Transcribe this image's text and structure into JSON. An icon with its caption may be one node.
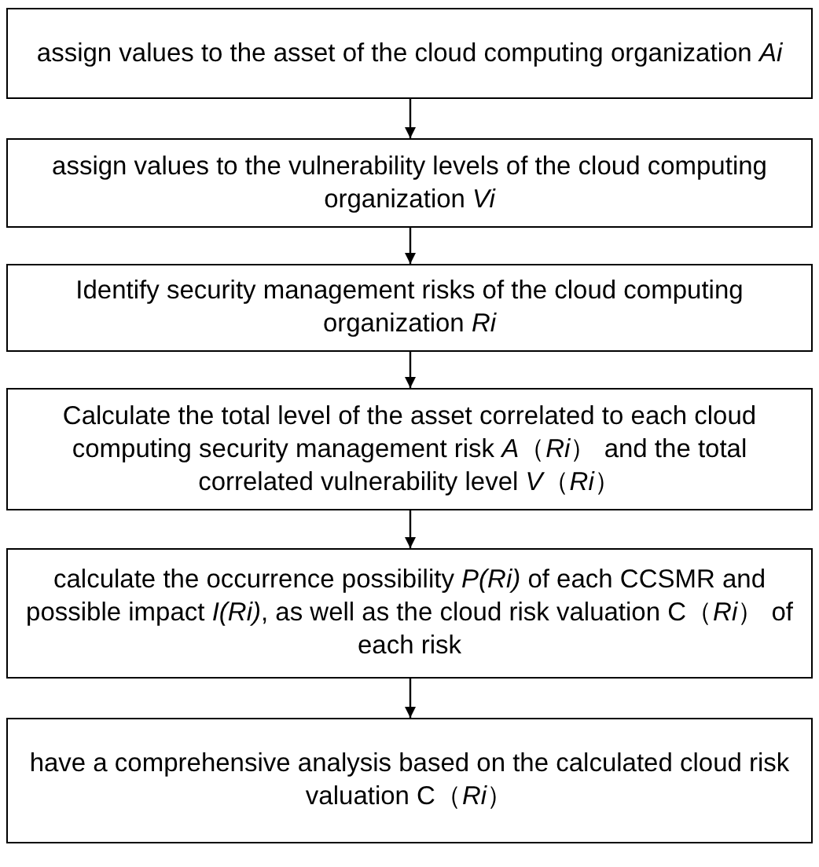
{
  "diagram": {
    "nodes": [
      {
        "text": [
          "assign values to the asset of the cloud computing organization *Ai*"
        ]
      },
      {
        "text": [
          "assign values to the vulnerability levels of the cloud computing organization *Vi*"
        ]
      },
      {
        "text": [
          "Identify security management risks of the cloud computing organization *Ri*"
        ]
      },
      {
        "text": [
          "Calculate the total level of the asset correlated to each cloud computing security management risk *A*（*Ri*） and the total correlated vulnerability level *V*（*Ri*）"
        ]
      },
      {
        "text": [
          "calculate the occurrence possibility *P(Ri)* of each CCSMR and possible impact *I(Ri)*, as well as the cloud risk valuation C（*Ri*） of each risk"
        ]
      },
      {
        "text": [
          "have a comprehensive analysis based on the calculated cloud risk valuation C（*Ri*）"
        ]
      }
    ],
    "edges": [
      {
        "from": 0,
        "to": 1,
        "arrow": "to"
      },
      {
        "from": 1,
        "to": 2,
        "arrow": "to"
      },
      {
        "from": 2,
        "to": 3,
        "arrow": "to"
      },
      {
        "from": 3,
        "to": 4,
        "arrow": "to"
      },
      {
        "from": 4,
        "to": 5,
        "arrow": "to"
      }
    ]
  }
}
